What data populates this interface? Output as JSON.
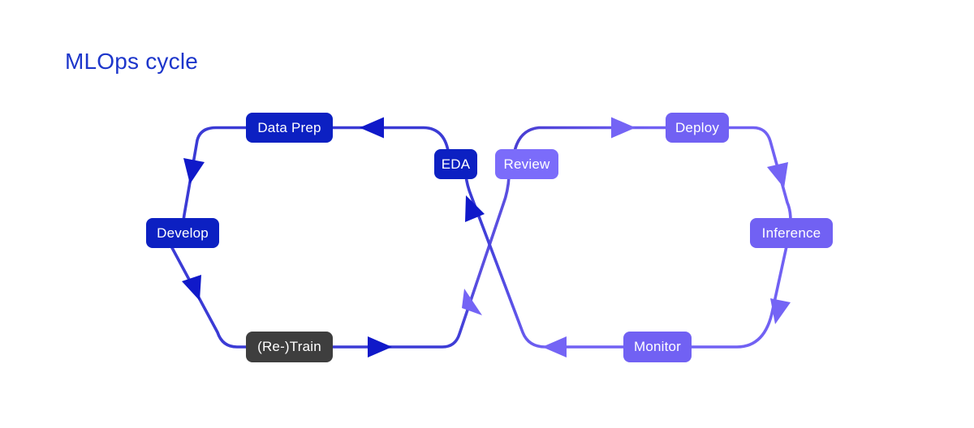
{
  "title": "MLOps cycle",
  "colors": {
    "background": "#ffffff",
    "title_text": "#1d36cb",
    "node_dark_blue": "#0c20c2",
    "node_violet": "#7161f3",
    "node_violet_light": "#7b6cfa",
    "node_gray": "#3e3e3e",
    "node_text": "#ffffff",
    "line_dark": "#3b3bd5",
    "line_mid": "#5a4fe0",
    "line_indigo": "#4a3fd4",
    "arrow_dark": "#1019c9",
    "arrow_violet": "#7464f5"
  },
  "nodes": [
    {
      "id": "data-prep",
      "label": "Data Prep"
    },
    {
      "id": "eda",
      "label": "EDA"
    },
    {
      "id": "review",
      "label": "Review"
    },
    {
      "id": "develop",
      "label": "Develop"
    },
    {
      "id": "retrain",
      "label": "(Re-)Train"
    },
    {
      "id": "deploy",
      "label": "Deploy"
    },
    {
      "id": "inference",
      "label": "Inference"
    },
    {
      "id": "monitor",
      "label": "Monitor"
    }
  ],
  "flow_sequence": [
    "EDA",
    "Data Prep",
    "Develop",
    "(Re-)Train",
    "Review",
    "Deploy",
    "Inference",
    "Monitor",
    "EDA"
  ]
}
